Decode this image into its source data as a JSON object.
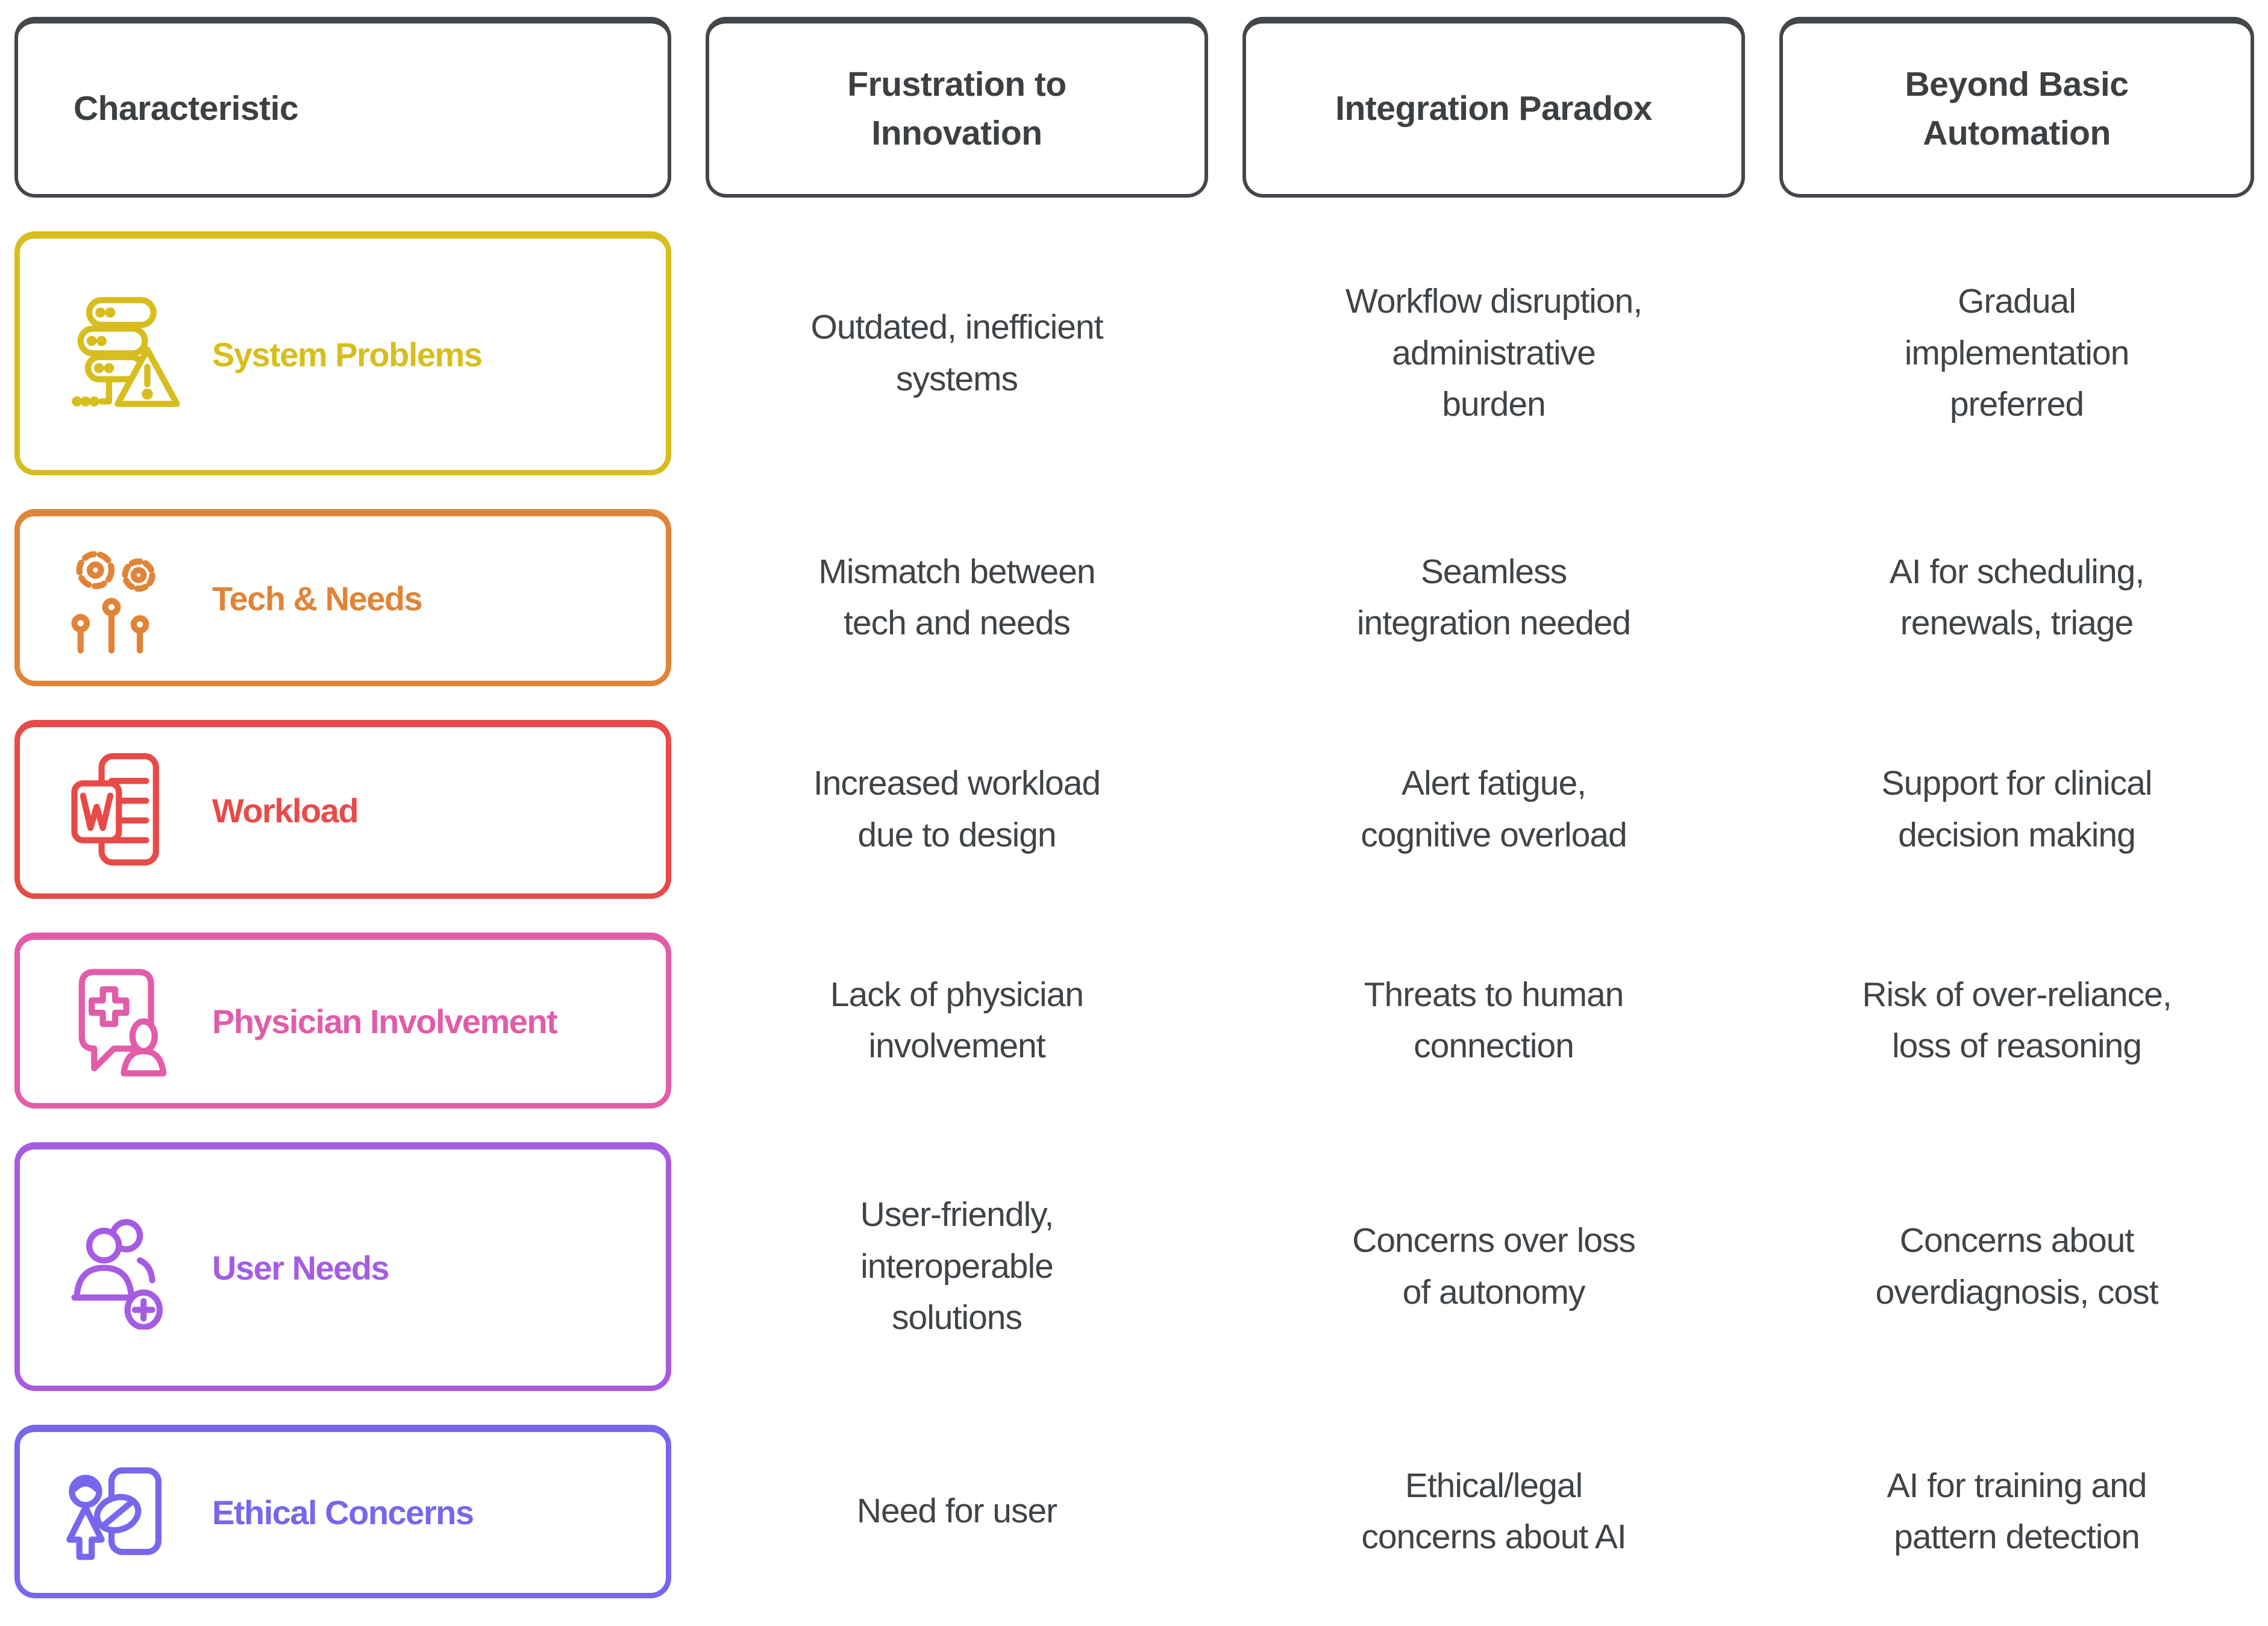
{
  "header": {
    "characteristic": "Characteristic",
    "col2": "Frustration to\nInnovation",
    "col3": "Integration Paradox",
    "col4": "Beyond Basic\nAutomation",
    "border_color": "#43474c",
    "text_color": "#3c4043"
  },
  "rows": [
    {
      "label": "System Problems",
      "icon": "server-warning-icon",
      "color": "#d7be1c",
      "cells": [
        "Outdated, inefficient\nsystems",
        "Workflow disruption,\nadministrative\nburden",
        "Gradual\nimplementation\npreferred"
      ]
    },
    {
      "label": "Tech & Needs",
      "icon": "gear-flowers-icon",
      "color": "#e08438",
      "cells": [
        "Mismatch between\ntech and needs",
        "Seamless\nintegration needed",
        "AI for scheduling,\nrenewals, triage"
      ]
    },
    {
      "label": "Workload",
      "icon": "word-document-icon",
      "color": "#e84a48",
      "cells": [
        "Increased workload\ndue to design",
        "Alert fatigue,\ncognitive overload",
        "Support for clinical\ndecision making"
      ]
    },
    {
      "label": "Physician Involvement",
      "icon": "medical-chat-person-icon",
      "color": "#e25ca9",
      "cells": [
        "Lack of physician\ninvolvement",
        "Threats to human\nconnection",
        "Risk of over-reliance,\nloss of reasoning"
      ]
    },
    {
      "label": "User Needs",
      "icon": "users-plus-icon",
      "color": "#a55ce3",
      "cells": [
        "User-friendly,\ninteroperable\nsolutions",
        "Concerns over loss\nof autonomy",
        "Concerns about\noverdiagnosis, cost"
      ]
    },
    {
      "label": "Ethical Concerns",
      "icon": "person-prohibition-icon",
      "color": "#7667ec",
      "cells": [
        "Need for user",
        "Ethical/legal\nconcerns about AI",
        "AI for training and\npattern detection"
      ]
    }
  ],
  "body_text_color": "#3f4448"
}
